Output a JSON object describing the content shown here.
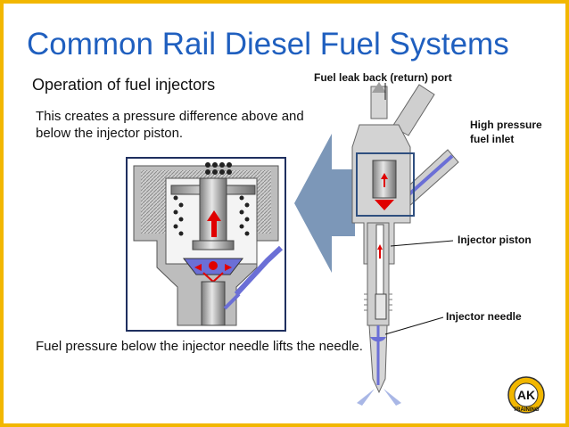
{
  "title": "Common Rail Diesel Fuel Systems",
  "subtitle": "Operation of fuel injectors",
  "captions": {
    "top": "This creates a pressure difference above and below the injector piston.",
    "bottom": "Fuel pressure below the injector needle lifts the needle."
  },
  "labels": {
    "return_port": "Fuel leak back (return) port",
    "hp_inlet": "High pressure fuel inlet",
    "piston": "Injector piston",
    "needle": "Injector needle"
  },
  "logo": {
    "text": "AK",
    "subtext": "TRAINING"
  },
  "colors": {
    "border": "#f2b700",
    "title": "#1f5fbf",
    "fuel": "#6b6fd6",
    "pressure_arrow": "#e00000",
    "big_arrow": "#7c97b8"
  }
}
